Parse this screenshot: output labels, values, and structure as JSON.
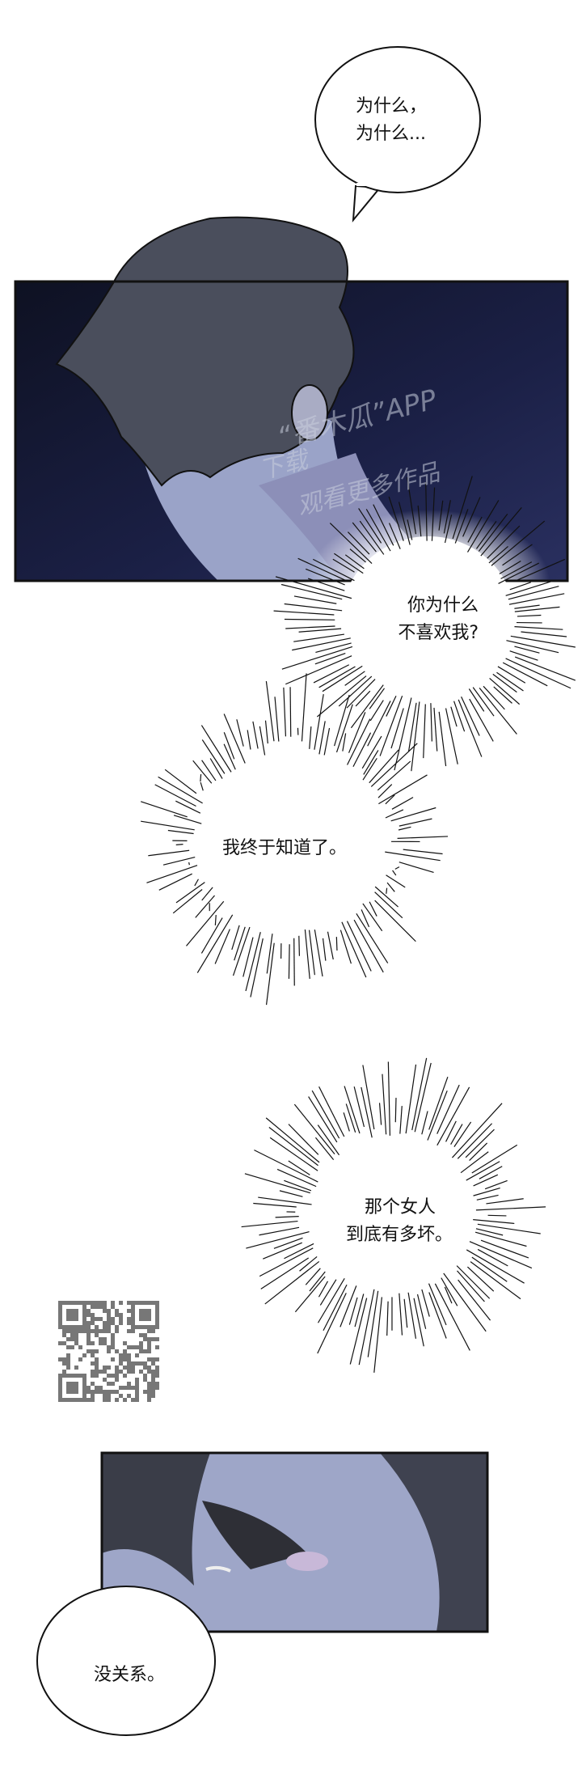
{
  "comic": {
    "bubble_top": {
      "line1": "为什么，",
      "line2": "为什么..."
    },
    "burst_1": {
      "line1": "你为什么",
      "line2": "不喜欢我?"
    },
    "burst_2": {
      "line1": "我终于知道了。"
    },
    "burst_3": {
      "line1": "那个女人",
      "line2": "到底有多坏。"
    },
    "bubble_bottom": {
      "line1": "没关系。"
    },
    "watermark": {
      "line1": "“番木瓜”APP",
      "line2": "下载",
      "line3": "观看更多作品"
    },
    "colors": {
      "panel_dark": "#141833",
      "skin": "#9aa3c8",
      "hair": "#4a4e5c",
      "ink": "#111111"
    }
  }
}
